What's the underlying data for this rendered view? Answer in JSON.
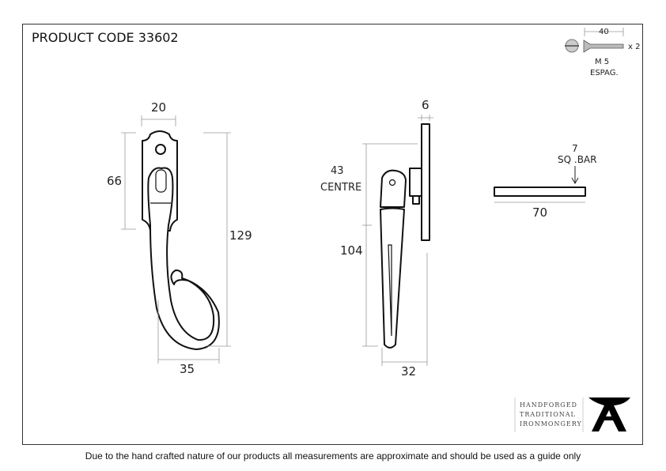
{
  "title": "PRODUCT CODE 33602",
  "screw": {
    "length": "40",
    "quantity": "x 2",
    "size": "M 5",
    "type": "ESPAG."
  },
  "front_view": {
    "width_top": "20",
    "plate_height": "66",
    "overall_height": "129",
    "width_bottom": "35"
  },
  "side_view": {
    "plate_thickness": "6",
    "centre_value": "43",
    "centre_label": "CENTRE",
    "lever_length": "104",
    "projection": "32"
  },
  "bar": {
    "size": "7",
    "label": "SQ .BAR",
    "length": "70"
  },
  "brand": {
    "line1": "HANDFORGED",
    "line2": "TRADITIONAL",
    "line3": "IRONMONGERY"
  },
  "footer": "Due to the hand crafted nature of our products all measurements are approximate and should be used as a guide only"
}
